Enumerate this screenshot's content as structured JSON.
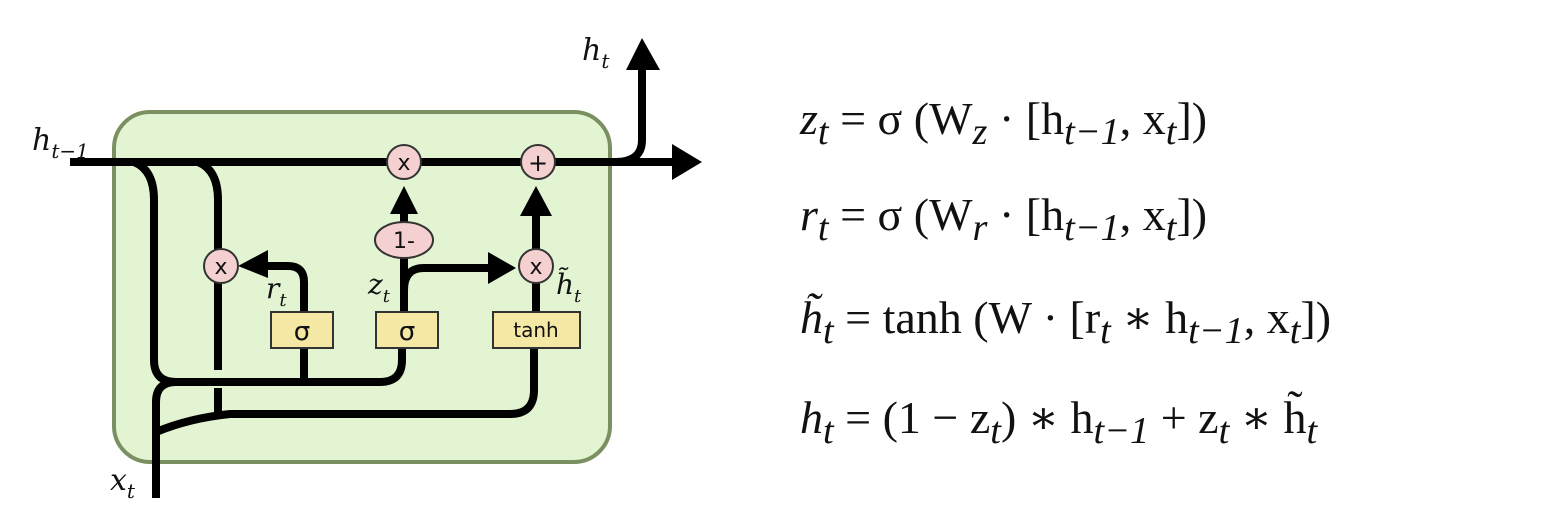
{
  "diagram": {
    "title": "GRU cell",
    "colors": {
      "cell_fill": "#e2f4d2",
      "cell_border": "#7a9060",
      "gate_fill": "#f4e8a4",
      "op_fill": "#f4d0d0",
      "line": "#000000"
    },
    "labels": {
      "h_prev": {
        "base": "h",
        "sub": "t−1"
      },
      "h_out": {
        "base": "h",
        "sub": "t"
      },
      "x_in": {
        "base": "x",
        "sub": "t"
      },
      "r_t": {
        "base": "r",
        "sub": "t"
      },
      "z_t": {
        "base": "z",
        "sub": "t"
      },
      "h_tilde": {
        "base": "h̃",
        "sub": "t"
      }
    },
    "gates": [
      {
        "id": "reset-gate",
        "label": "σ"
      },
      {
        "id": "update-gate",
        "label": "σ"
      },
      {
        "id": "candidate-layer",
        "label": "tanh"
      }
    ],
    "ops": [
      {
        "id": "reset-multiply",
        "label": "x"
      },
      {
        "id": "update-multiply-top",
        "label": "x"
      },
      {
        "id": "add-top",
        "label": "+"
      },
      {
        "id": "candidate-multiply",
        "label": "x"
      },
      {
        "id": "one-minus",
        "label": "1-"
      }
    ]
  },
  "equations": [
    {
      "id": "z",
      "text": "z_t = σ (W_z · [h_{t−1}, x_t])"
    },
    {
      "id": "r",
      "text": "r_t = σ (W_r · [h_{t−1}, x_t])"
    },
    {
      "id": "htilde",
      "text": "h̃_t = tanh (W · [r_t ∗ h_{t−1}, x_t])"
    },
    {
      "id": "h",
      "text": "h_t = (1 − z_t) ∗ h_{t−1} + z_t ∗ h̃_t"
    }
  ],
  "eq_parts": {
    "z": [
      "z",
      "t",
      " = σ (W",
      "z",
      " · [h",
      "t−1",
      ", x",
      "t",
      "])"
    ],
    "r": [
      "r",
      "t",
      " = σ (W",
      "r",
      " · [h",
      "t−1",
      ", x",
      "t",
      "])"
    ],
    "htilde": [
      "h̃",
      "t",
      " = tanh (W · [r",
      "t",
      " ∗ h",
      "t−1",
      ", x",
      "t",
      "])"
    ],
    "h": [
      "h",
      "t",
      " = (1 − z",
      "t",
      ") ∗ h",
      "t−1",
      " + z",
      "t",
      " ∗ h̃",
      "t"
    ]
  }
}
